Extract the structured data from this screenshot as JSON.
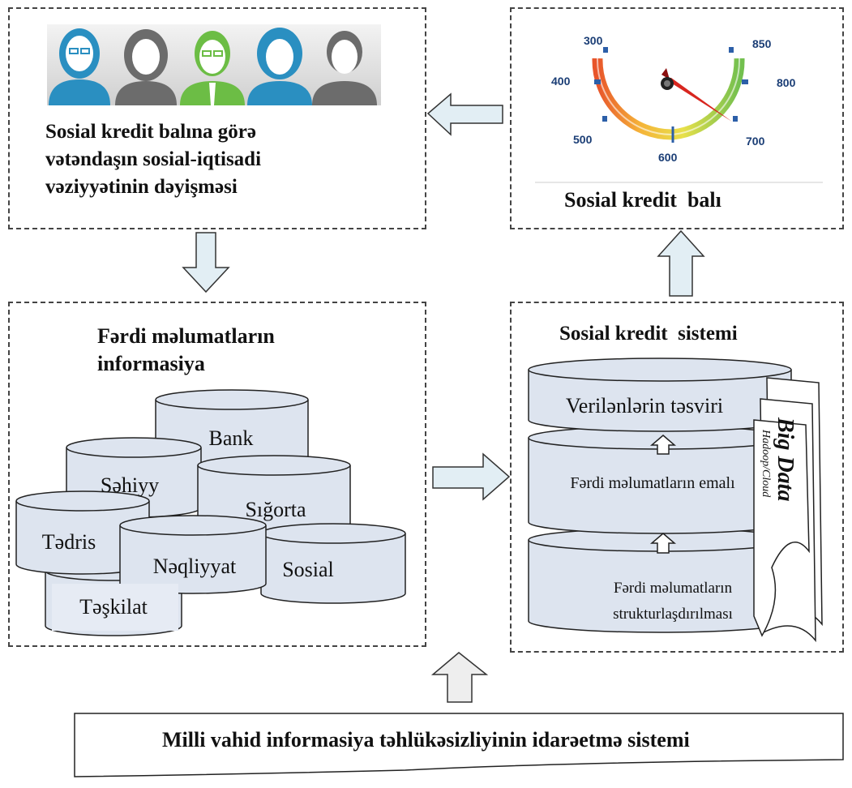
{
  "top_left": {
    "caption": [
      "Sosial kredit balına görə",
      "vətəndaşın sosial-iqtisadi",
      "vəziyyətinin dəyişməsi"
    ]
  },
  "top_right": {
    "caption": "Sosial kredit  balı",
    "gauge_ticks": [
      "300",
      "400",
      "500",
      "600",
      "700",
      "800",
      "850"
    ]
  },
  "bottom_left": {
    "title": [
      "Fərdi məlumatların",
      "informasiya"
    ],
    "databases": [
      "Bank",
      "Səhiyy",
      "Sığorta",
      "Tədris",
      "Nəqliyyat",
      "Sosial",
      "Təşkilat"
    ]
  },
  "bottom_right": {
    "title": "Sosial kredit  sistemi",
    "layers": [
      "Verilənlərin təsviri",
      "Fərdi məlumatların emalı",
      "Fərdi məlumatların strukturlaşdırılması"
    ],
    "big_data": "Big Data",
    "big_data_sub": "Hadoop/Cloud"
  },
  "footer": {
    "label": "Milli vahid informasiya təhlükəsizliyinin idarəetmə sistemi"
  },
  "colors": {
    "db_fill": "#dde4ef",
    "arrow_fill": "#e2eef4",
    "person_blue": "#2a8fc1",
    "person_green": "#6cbd45",
    "person_gray": "#6c6c6c"
  }
}
